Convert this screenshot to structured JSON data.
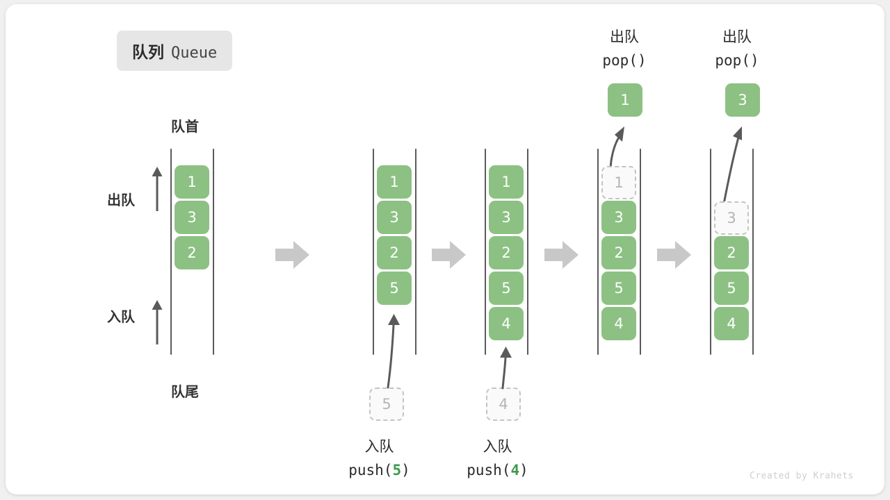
{
  "card": {
    "title_cn": "队列",
    "title_en": "Queue",
    "credit": "Created by Krahets"
  },
  "labels": {
    "front": "队首",
    "rear": "队尾",
    "dequeue": "出队",
    "enqueue": "入队"
  },
  "colors": {
    "block_fill": "#8cc183",
    "block_text": "#ffffff",
    "ghost_fill": "#fafafa",
    "ghost_border": "#c4c4c4",
    "ghost_text": "#b5b5b5",
    "rail": "#5a5a5a",
    "step_arrow": "#c8c8c8",
    "accent_number": "#3f9a4c",
    "chip_bg": "#e6e6e6",
    "text": "#2b2b2b",
    "card_bg": "#ffffff",
    "page_bg": "#f0f0f0"
  },
  "columns": [
    {
      "id": "initial",
      "blocks": [
        "1",
        "3",
        "2"
      ],
      "ghost_in_queue": null,
      "incoming": null,
      "popped": null,
      "caption_cn": null,
      "caption_code": null,
      "caption_num": null,
      "top_caption_cn": null,
      "top_caption_code": null
    },
    {
      "id": "after-push-5",
      "blocks": [
        "1",
        "3",
        "2",
        "5"
      ],
      "ghost_in_queue": null,
      "incoming": "5",
      "popped": null,
      "caption_cn": "入队",
      "caption_code_prefix": "push(",
      "caption_num": "5",
      "caption_code_suffix": ")",
      "top_caption_cn": null,
      "top_caption_code": null
    },
    {
      "id": "after-push-4",
      "blocks": [
        "1",
        "3",
        "2",
        "5",
        "4"
      ],
      "ghost_in_queue": null,
      "incoming": "4",
      "popped": null,
      "caption_cn": "入队",
      "caption_code_prefix": "push(",
      "caption_num": "4",
      "caption_code_suffix": ")",
      "top_caption_cn": null,
      "top_caption_code": null
    },
    {
      "id": "after-pop-1",
      "blocks": [
        "3",
        "2",
        "5",
        "4"
      ],
      "ghost_in_queue": "1",
      "incoming": null,
      "popped": "1",
      "caption_cn": null,
      "caption_code": null,
      "top_caption_cn": "出队",
      "top_caption_code": "pop()"
    },
    {
      "id": "after-pop-3",
      "blocks": [
        "2",
        "5",
        "4"
      ],
      "ghost_in_queue": "3",
      "incoming": null,
      "popped": "3",
      "caption_cn": null,
      "caption_code": null,
      "top_caption_cn": "出队",
      "top_caption_code": "pop()"
    }
  ]
}
